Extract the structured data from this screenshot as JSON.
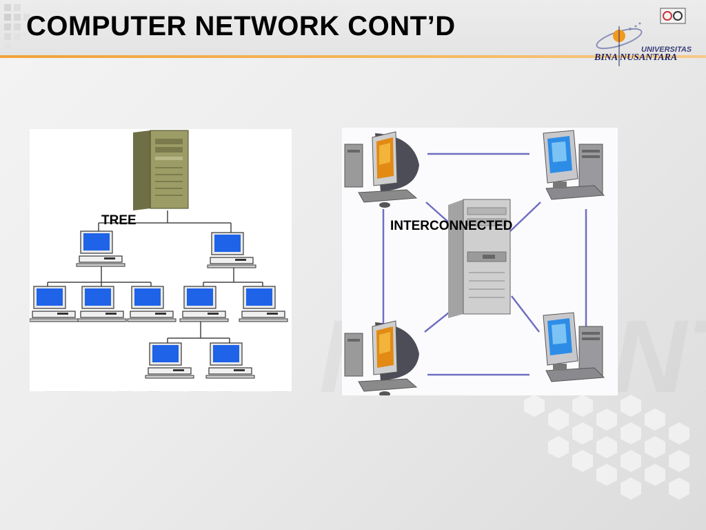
{
  "slide": {
    "title": "COMPUTER NETWORK CONT’D"
  },
  "logo": {
    "line1": "UNIVERSITAS",
    "line2": "BINA NUSANTARA"
  },
  "diagrams": {
    "tree": {
      "label": "TREE"
    },
    "interconnected": {
      "label": "INTERCONNECTED"
    }
  },
  "colors": {
    "accent_rule": "#f2a23a",
    "screen_blue": "#1e63e8",
    "link_line": "#6e6ec2"
  }
}
